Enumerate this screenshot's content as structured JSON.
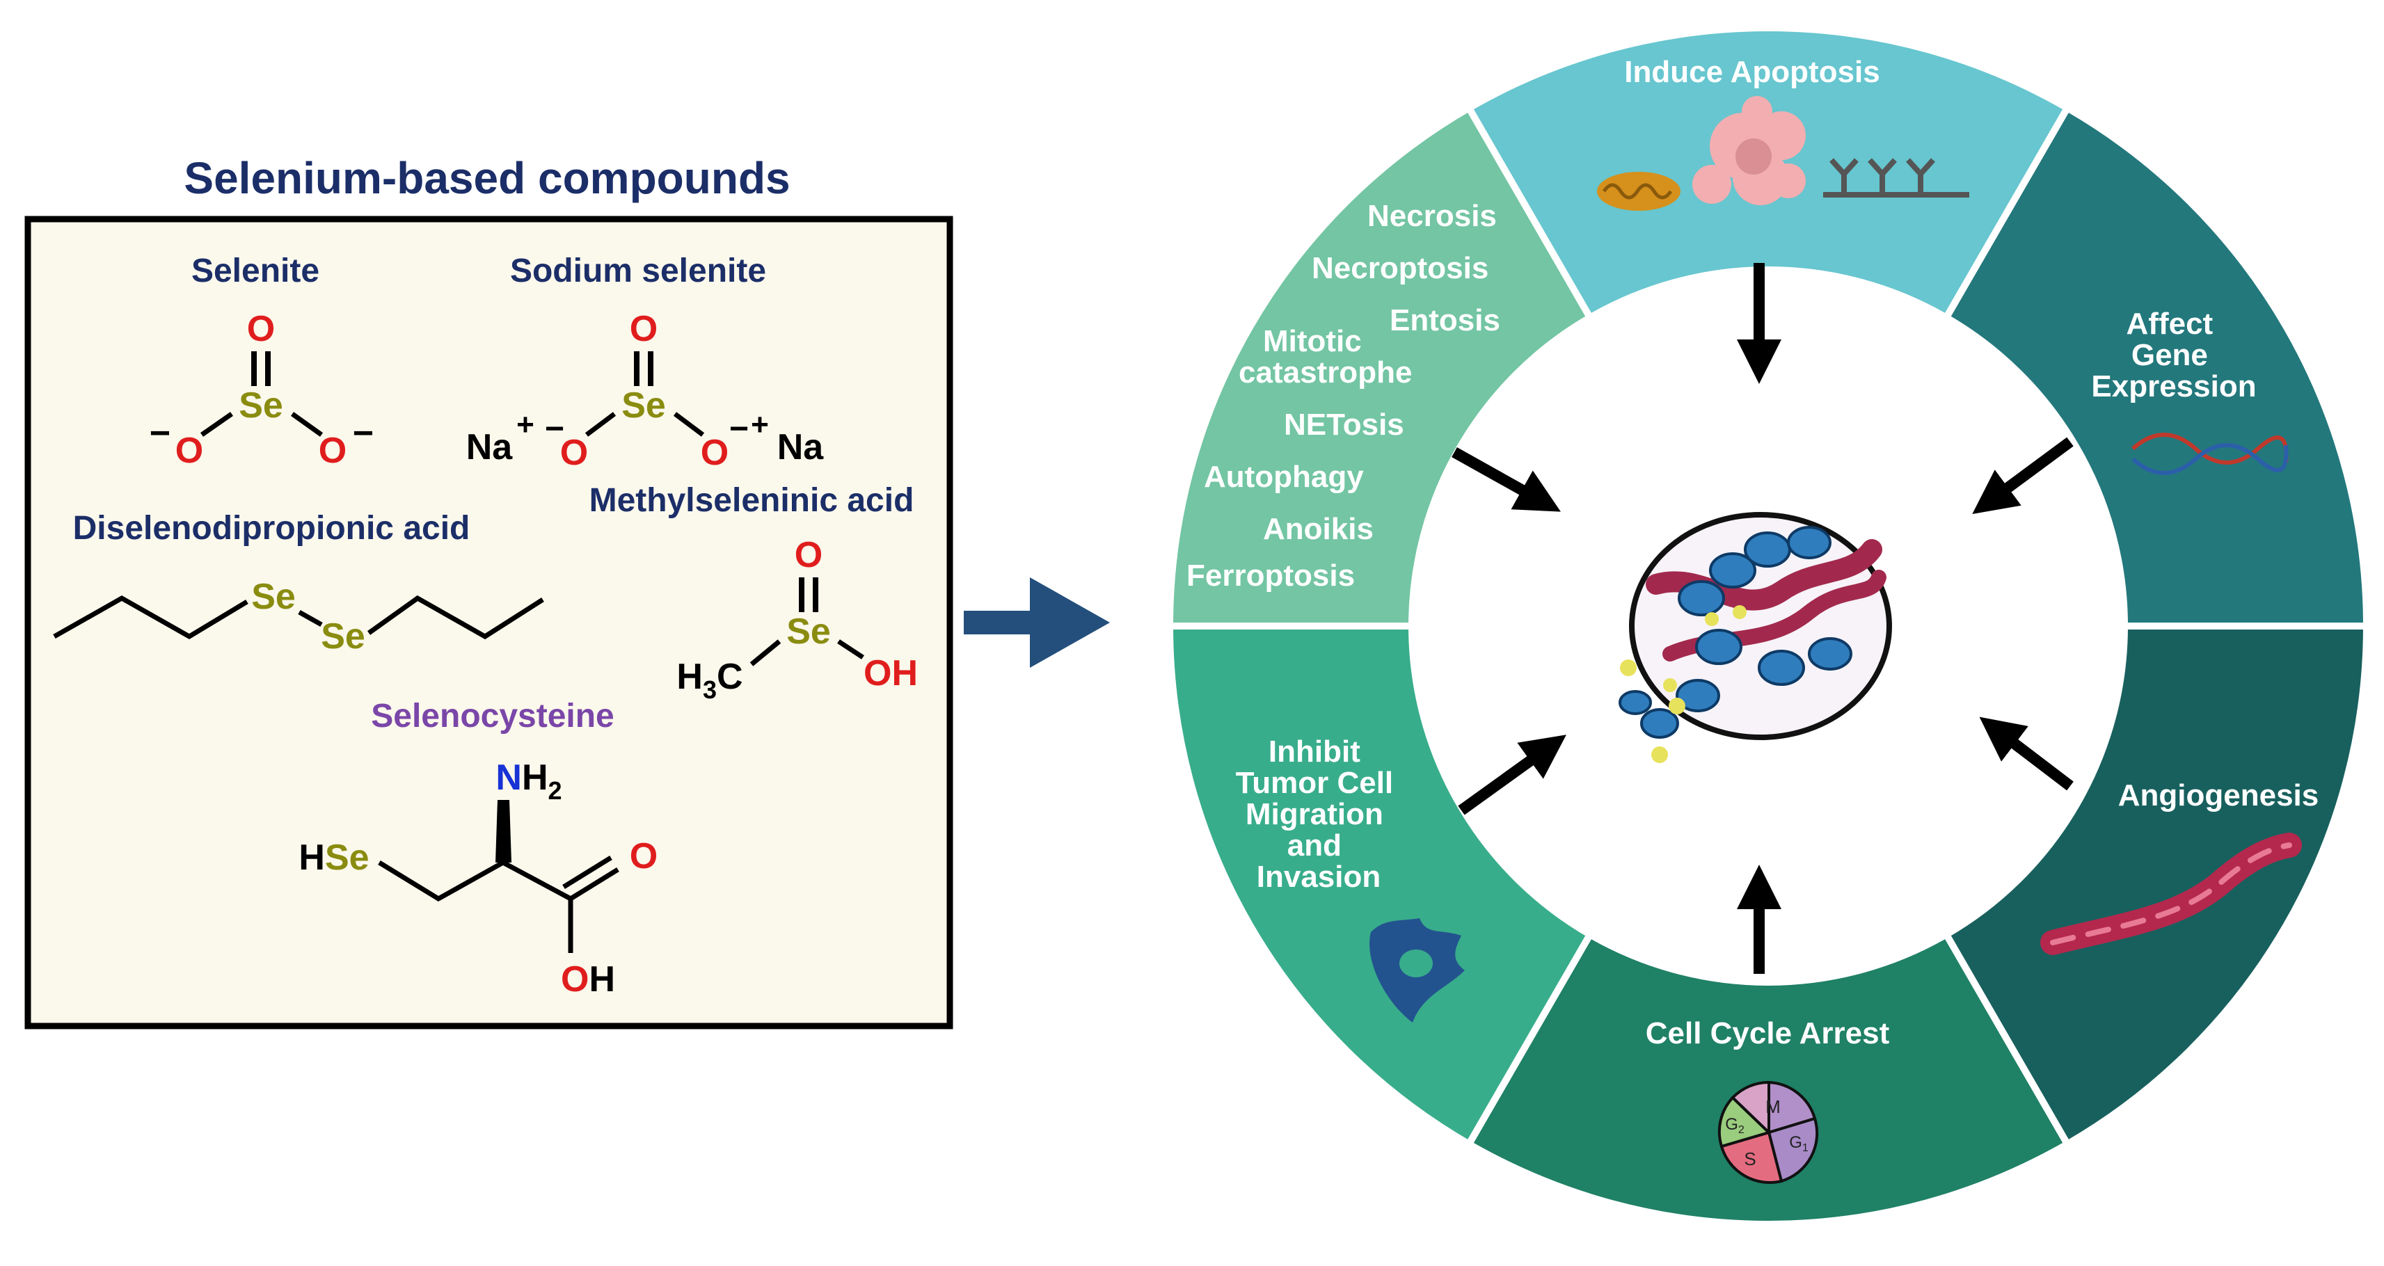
{
  "panel": {
    "title": "Selenium-based compounds",
    "compounds": {
      "selenite": "Selenite",
      "sodium_selenite": "Sodium selenite",
      "diselenodipropionic_acid": "Diselenodipropionic acid",
      "methylseleninic_acid": "Methylseleninic acid",
      "selenocysteine": "Selenocysteine"
    },
    "atoms": {
      "O": "O",
      "Se": "Se",
      "Na": "Na",
      "minus": "−",
      "plus": "+",
      "N": "N",
      "H2": "H",
      "sub2": "2",
      "H": "H",
      "H3": "H",
      "sub3": "3",
      "C": "C",
      "OH": "OH",
      "HSe_H": "H",
      "HSe_Se": "Se",
      "OH_O": "O",
      "OH_H": "H"
    }
  },
  "wheel": {
    "segments": {
      "apoptosis": "Induce Apoptosis",
      "gene": [
        "Affect",
        "Gene",
        "Expression"
      ],
      "angiogenesis": "Angiogenesis",
      "cell_cycle": "Cell Cycle Arrest",
      "inhibit": [
        "Inhibit",
        "Tumor Cell",
        "Migration",
        "and",
        "Invasion"
      ],
      "death_list": [
        "Necrosis",
        "Necroptosis",
        "Entosis",
        "Mitotic",
        "catastrophe",
        "NETosis",
        "Autophagy",
        "Anoikis",
        "Ferroptosis"
      ]
    },
    "cycle_phases": [
      "M",
      "G",
      "G",
      "S"
    ],
    "cycle_subs": [
      "2",
      "1"
    ]
  },
  "colors": {
    "apoptosis": "#67C6CF",
    "gene": "#23787C",
    "angiogenesis": "#18605E",
    "cell_cycle": "#1F8166",
    "inhibit": "#38AD8B",
    "death": "#73C5A3",
    "navy": "#1B2E68",
    "purple": "#7A46A8",
    "oxygen": "#E01D1D",
    "selenium": "#8A8C10",
    "nitrogen": "#1733D6",
    "arrow_blue": "#244F7C",
    "panel_bg": "#FBF8EC"
  }
}
